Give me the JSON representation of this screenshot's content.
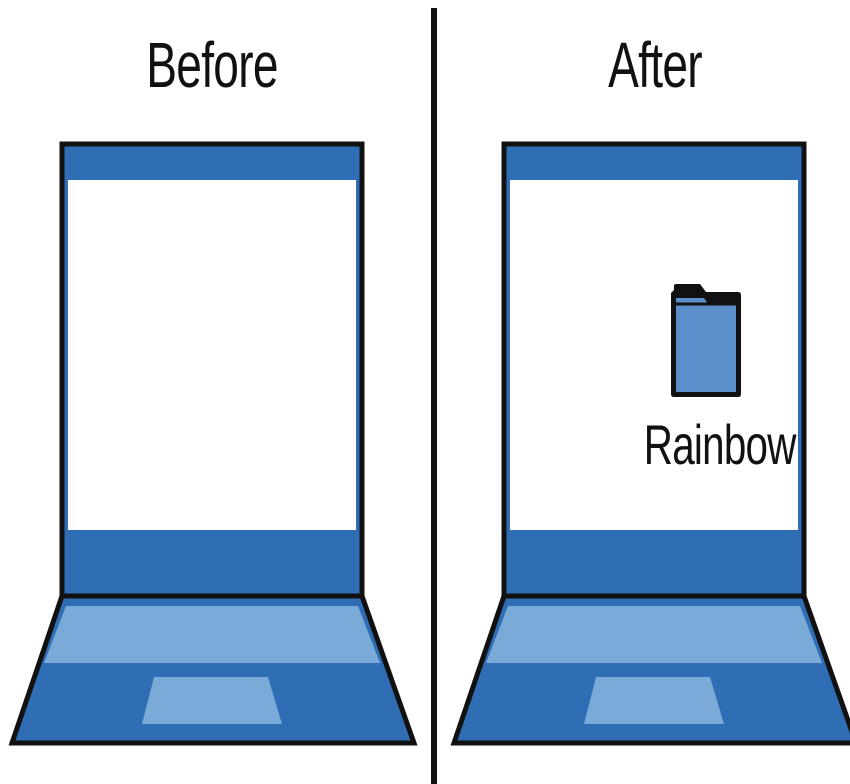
{
  "panels": {
    "before": {
      "title": "Before"
    },
    "after": {
      "title": "After",
      "folder": {
        "icon": "folder-icon",
        "label": "Rainbow"
      }
    }
  },
  "colors": {
    "laptop_body": "#2f6db5",
    "keyboard": "#7aaad8",
    "screen": "#ffffff",
    "folder_fill": "#5a8fcc",
    "outline": "#111111"
  }
}
